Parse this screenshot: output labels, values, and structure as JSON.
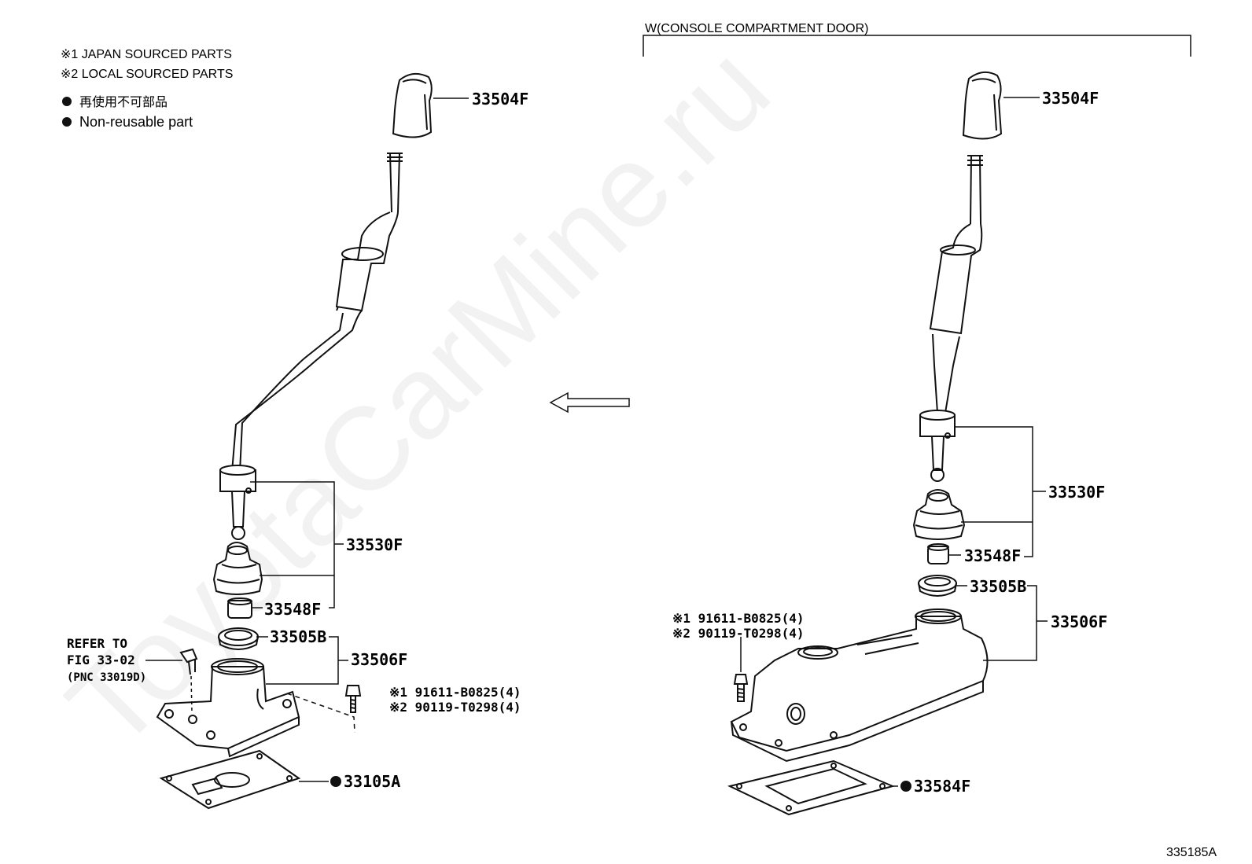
{
  "legend": {
    "japan_sourced": "※1 JAPAN SOURCED PARTS",
    "local_sourced": "※2 LOCAL SOURCED PARTS",
    "non_reusable_jp": "再使用不可部品",
    "non_reusable_en": "Non-reusable part"
  },
  "watermark": "ToyotaCarMine.ru",
  "right_header": "W(CONSOLE COMPARTMENT DOOR)",
  "figure_id": "335185A",
  "left": {
    "knob": "33504F",
    "lever_assy": "33530F",
    "bushing": "33548F",
    "seat": "33505B",
    "housing": "33506F",
    "gasket": "33105A",
    "refer_1": "REFER TO",
    "refer_2": "FIG 33-02",
    "refer_3": "(PNC 33019D)",
    "bolt_1": "※1 91611-B0825(4)",
    "bolt_2": "※2 90119-T0298(4)"
  },
  "right": {
    "knob": "33504F",
    "lever_assy": "33530F",
    "bushing": "33548F",
    "seat": "33505B",
    "housing": "33506F",
    "gasket": "33584F",
    "bolt_1": "※1 91611-B0825(4)",
    "bolt_2": "※2 90119-T0298(4)"
  },
  "colors": {
    "line": "#111111",
    "watermark": "#f2f2f2"
  }
}
